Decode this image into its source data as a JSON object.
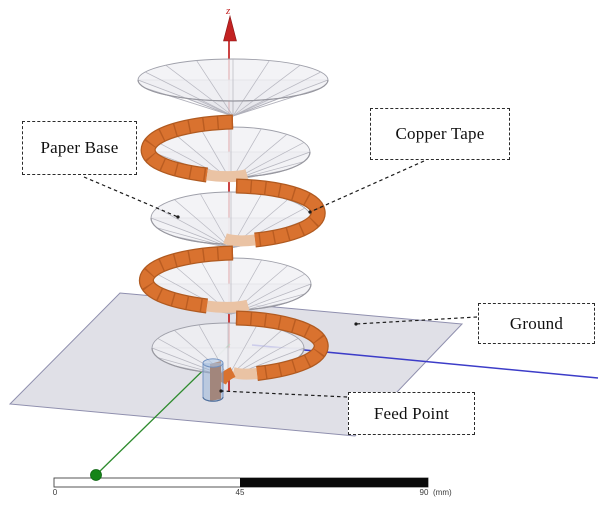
{
  "scene": {
    "z_axis_label": "z",
    "labels": {
      "paper_base": "Paper Base",
      "copper_tape": "Copper Tape",
      "ground": "Ground",
      "feed_point": "Feed Point"
    }
  },
  "scale_bar": {
    "start": "0",
    "mid": "45",
    "end": "90",
    "unit": "(mm)"
  },
  "colors": {
    "copper": "#d9722f",
    "copper_dark": "#b05a20",
    "copper_hidden": "#eac3a4",
    "paper_fill": "#f0f0f4",
    "paper_line": "#b0b0ba",
    "ground_plane": "#dbdbe3",
    "axis_x": "#3c3cc8",
    "axis_y": "#2e8b2e",
    "axis_z": "#c32222"
  }
}
